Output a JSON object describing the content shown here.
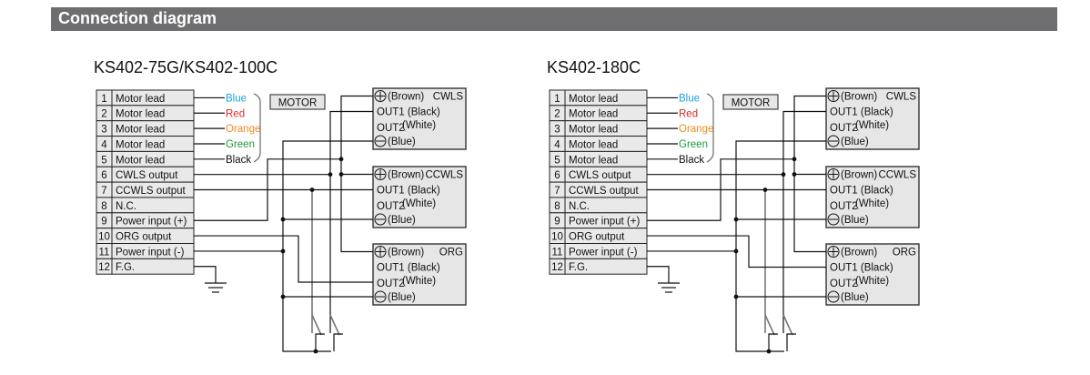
{
  "header": {
    "title": "Connection diagram"
  },
  "diagrams": [
    {
      "title": "KS402-75G/KS402-100C",
      "org_output_target": "OUT2"
    },
    {
      "title": "KS402-180C",
      "org_output_target": "OUT1"
    }
  ],
  "pins": [
    {
      "num": "1",
      "label": "Motor lead"
    },
    {
      "num": "2",
      "label": "Motor lead"
    },
    {
      "num": "3",
      "label": "Motor lead"
    },
    {
      "num": "4",
      "label": "Motor lead"
    },
    {
      "num": "5",
      "label": "Motor lead"
    },
    {
      "num": "6",
      "label": "CWLS output"
    },
    {
      "num": "7",
      "label": "CCWLS output"
    },
    {
      "num": "8",
      "label": "N.C."
    },
    {
      "num": "9",
      "label": "Power input (+)"
    },
    {
      "num": "10",
      "label": "ORG output"
    },
    {
      "num": "11",
      "label": "Power input (-)"
    },
    {
      "num": "12",
      "label": "F.G."
    }
  ],
  "motor_leads": [
    {
      "label": "Blue",
      "color": "#1aa0e0"
    },
    {
      "label": "Red",
      "color": "#e0262a"
    },
    {
      "label": "Orange",
      "color": "#f08a1c"
    },
    {
      "label": "Green",
      "color": "#1a9a3c"
    },
    {
      "label": "Black",
      "color": "#111111"
    }
  ],
  "motor_label": "MOTOR",
  "sensors": [
    {
      "name": "CWLS",
      "plus": "(Brown)",
      "out1": "OUT1 (Black)",
      "out2_prefix": "OUT2",
      "out2": "(White)",
      "minus": "(Blue)"
    },
    {
      "name": "CCWLS",
      "plus": "(Brown)",
      "out1": "OUT1 (Black)",
      "out2_prefix": "OUT2",
      "out2": "(White)",
      "minus": "(Blue)"
    },
    {
      "name": "ORG",
      "plus": "(Brown)",
      "out1": "OUT1 (Black)",
      "out2_prefix": "OUT2",
      "out2": "(White)",
      "minus": "(Blue)"
    }
  ],
  "icons": {
    "plus": "plus-circle-icon",
    "minus": "minus-circle-icon",
    "ground": "ground-icon",
    "switch": "switch-icon"
  }
}
